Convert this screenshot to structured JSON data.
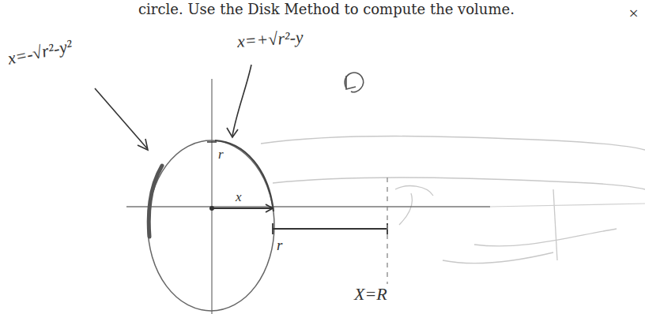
{
  "diagram": {
    "labels": [
      "circle. Use the Disk Method to compute the volume.",
      "x=-√r²-y²",
      "x=+√r²-y",
      "r",
      "x",
      "r",
      "X=R",
      "×"
    ]
  }
}
